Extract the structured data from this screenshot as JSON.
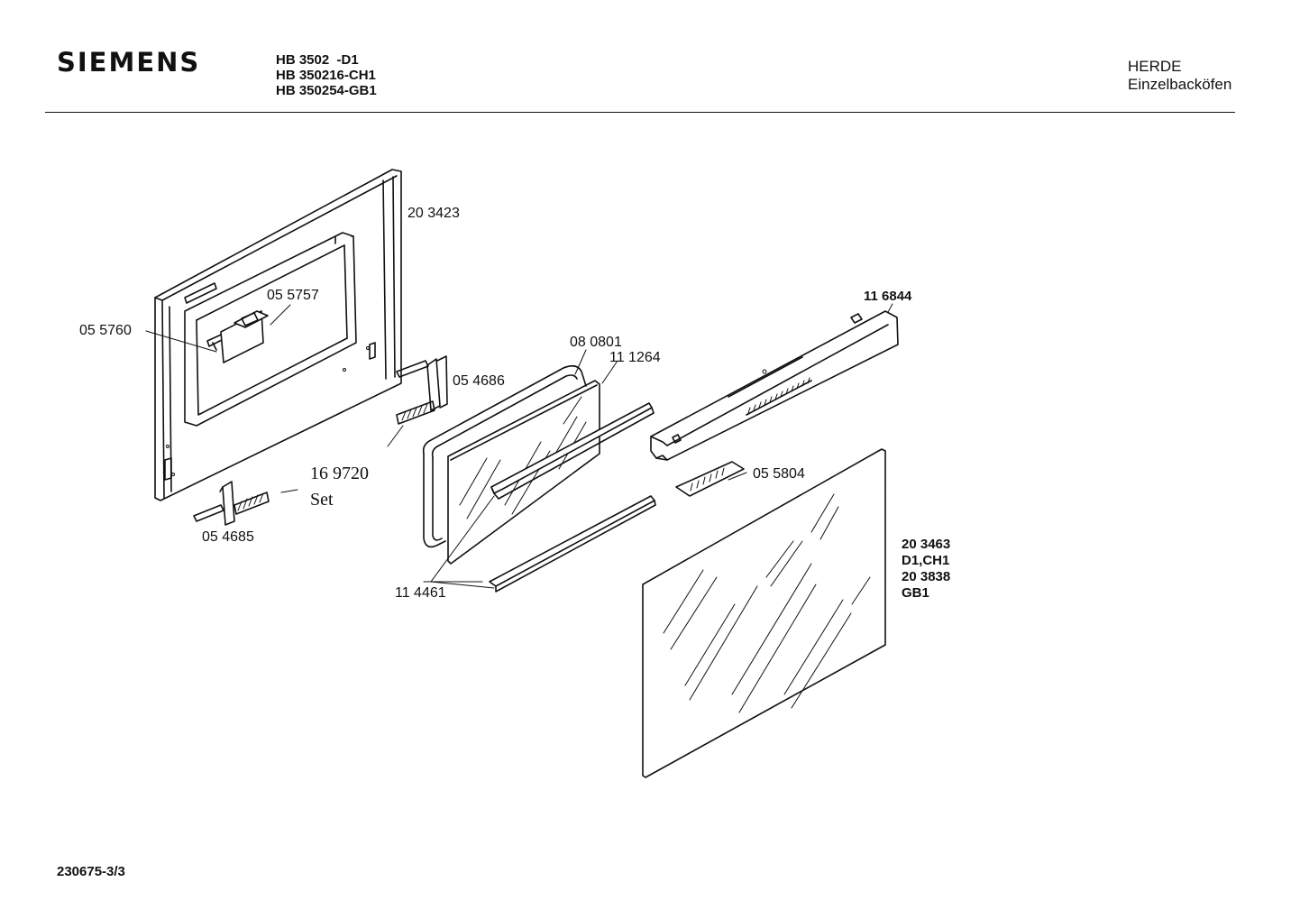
{
  "header": {
    "brand": "SIEMENS",
    "models": [
      "HB 3502  -D1",
      "HB 350216-CH1",
      "HB 350254-GB1"
    ],
    "category": "HERDE",
    "subcategory": "Einzelbacköfen"
  },
  "parts": {
    "door_frame": "20 3423",
    "label_a": "05 5760",
    "label_b": "05 5757",
    "hinge_upper": "05 4686",
    "hinge_lower": "05 4685",
    "hinge_set_number": "16 9720",
    "hinge_set_word": "Set",
    "gasket": "08 0801",
    "inner_glass": "11 1264",
    "handle": "11 6844",
    "vent_grille": "05 5804",
    "glass_strips": "11 4461",
    "outer_glass_d1": "20 3463",
    "outer_glass_d1_variant": "D1,CH1",
    "outer_glass_gb": "20 3838",
    "outer_glass_gb_variant": "GB1"
  },
  "footer": {
    "document_id": "230675-3/3"
  }
}
